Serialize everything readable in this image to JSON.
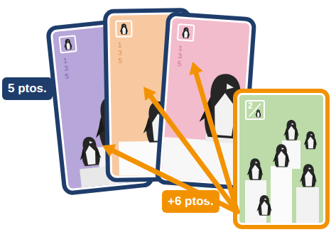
{
  "diagram": {
    "nodes": [
      {
        "text": [
          "5 ptos."
        ]
      },
      {
        "text": [
          "1 3 5"
        ],
        "in": 0
      },
      {
        "text": [
          "1 3 5"
        ],
        "in": 0
      },
      {
        "text": [
          "1 3 5"
        ],
        "in": 0
      },
      {
        "text": [
          "+6 ptos."
        ]
      },
      {
        "text": [
          "2"
        ],
        "in": 4
      }
    ],
    "edges": [
      {
        "from": 5,
        "to": 1,
        "arrow": "to"
      },
      {
        "from": 5,
        "to": 2,
        "arrow": "to"
      },
      {
        "from": 5,
        "to": 3,
        "arrow": "to"
      }
    ]
  }
}
